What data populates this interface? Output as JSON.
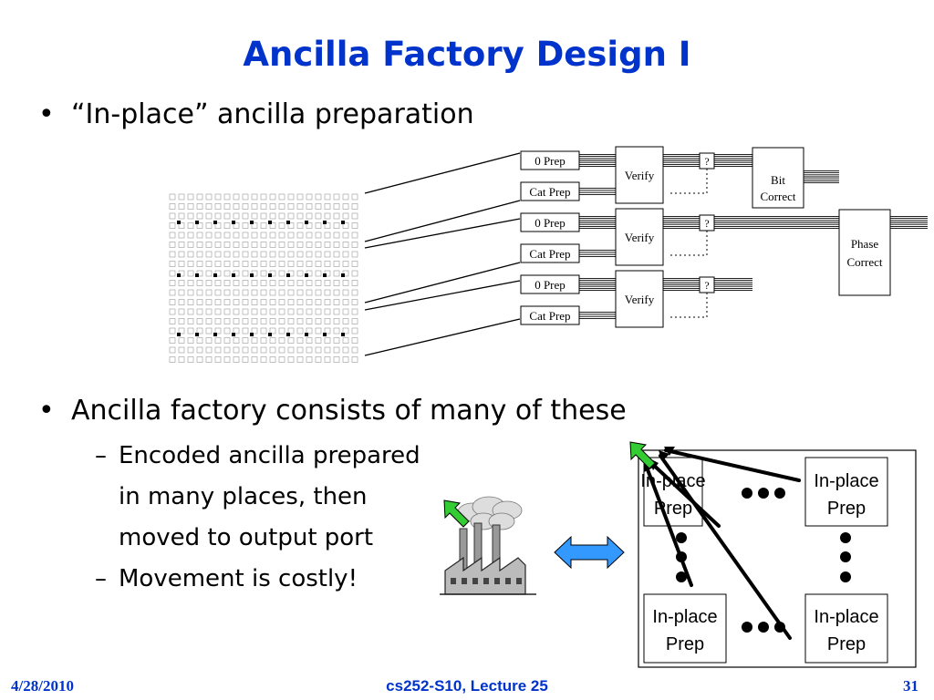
{
  "slide": {
    "title": "Ancilla Factory Design I",
    "bullet1": "“In-place” ancilla preparation",
    "bullet2": "Ancilla factory consists of many of these",
    "sub1_lines": [
      "Encoded ancilla prepared",
      "in many places, then",
      "moved to output port"
    ],
    "sub2": "Movement is costly!",
    "bullet_char": "•",
    "dash_char": "–"
  },
  "circuit": {
    "zero_prep": "0 Prep",
    "cat_prep": "Cat Prep",
    "verify": "Verify",
    "question": "?",
    "bit_correct": [
      "Bit",
      "Correct"
    ],
    "phase_correct": [
      "Phase",
      "Correct"
    ]
  },
  "factory_grid": {
    "cell_label": [
      "In-place",
      "Prep"
    ]
  },
  "colors": {
    "title": "#0033cc",
    "footer": "#0033cc",
    "arrow_green": "#33cc33",
    "double_arrow": "#3399ff"
  },
  "footer": {
    "date": "4/28/2010",
    "course": "cs252-S10, Lecture 25",
    "page": "31"
  }
}
